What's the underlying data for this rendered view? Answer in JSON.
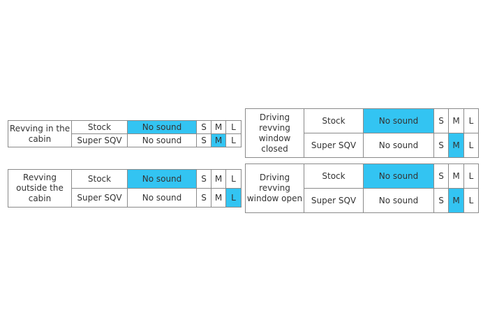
{
  "tables": [
    {
      "label": "Revving in the cabin",
      "rows": [
        {
          "exhaust": "Stock",
          "sound": "No sound",
          "s": "S",
          "m": "M",
          "l": "L",
          "sound_hl": true,
          "active": ""
        },
        {
          "exhaust": "Super SQV",
          "sound": "No sound",
          "s": "S",
          "m": "M",
          "l": "L",
          "sound_hl": false,
          "active": "m"
        }
      ]
    },
    {
      "label": "Revving outside the cabin",
      "rows": [
        {
          "exhaust": "Stock",
          "sound": "No sound",
          "s": "S",
          "m": "M",
          "l": "L",
          "sound_hl": true,
          "active": ""
        },
        {
          "exhaust": "Super SQV",
          "sound": "No sound",
          "s": "S",
          "m": "M",
          "l": "L",
          "sound_hl": false,
          "active": "l"
        }
      ]
    },
    {
      "label": "Driving revving window closed",
      "rows": [
        {
          "exhaust": "Stock",
          "sound": "No sound",
          "s": "S",
          "m": "M",
          "l": "L",
          "sound_hl": true,
          "active": ""
        },
        {
          "exhaust": "Super SQV",
          "sound": "No sound",
          "s": "S",
          "m": "M",
          "l": "L",
          "sound_hl": false,
          "active": "m"
        }
      ]
    },
    {
      "label": "Driving revving window open",
      "rows": [
        {
          "exhaust": "Stock",
          "sound": "No sound",
          "s": "S",
          "m": "M",
          "l": "L",
          "sound_hl": true,
          "active": ""
        },
        {
          "exhaust": "Super SQV",
          "sound": "No sound",
          "s": "S",
          "m": "M",
          "l": "L",
          "sound_hl": false,
          "active": "m"
        }
      ]
    }
  ],
  "colors": {
    "highlight": "#33c4f2",
    "border": "#8a8a8a",
    "text": "#333333"
  }
}
